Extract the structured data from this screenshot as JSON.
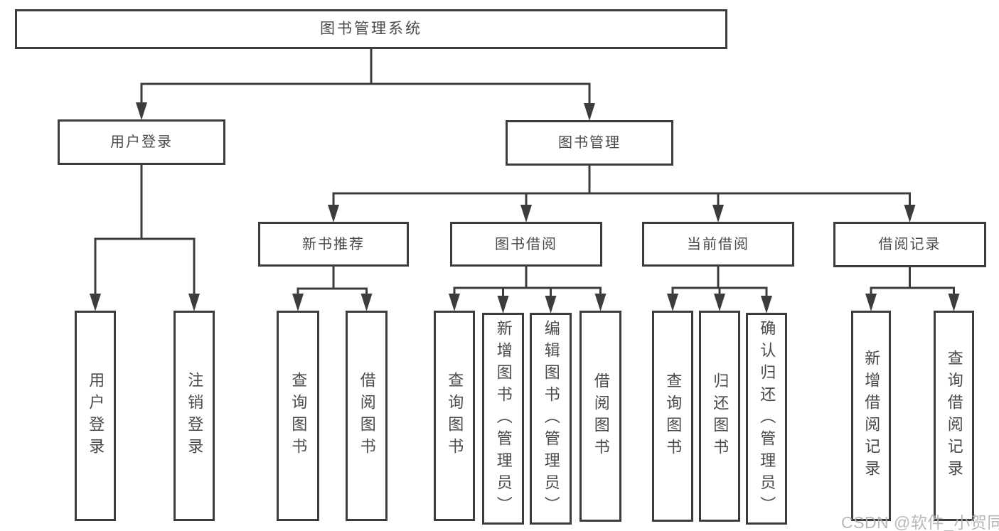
{
  "diagram": {
    "type": "hierarchy-tree",
    "title": "图书管理系统",
    "watermark": "CSDN @软件_小贺同学",
    "colors": {
      "line": "#3c3c3c",
      "text": "#4a4a4a",
      "background": "#ffffff",
      "watermark": "#b0b0b0"
    },
    "nodes": [
      {
        "id": "root",
        "label": "图书管理系统",
        "parent": null
      },
      {
        "id": "user-login",
        "label": "用户登录",
        "parent": "root"
      },
      {
        "id": "book-mgmt",
        "label": "图书管理",
        "parent": "root"
      },
      {
        "id": "new-book-rec",
        "label": "新书推荐",
        "parent": "book-mgmt"
      },
      {
        "id": "book-borrow",
        "label": "图书借阅",
        "parent": "book-mgmt"
      },
      {
        "id": "current-borrow",
        "label": "当前借阅",
        "parent": "book-mgmt"
      },
      {
        "id": "borrow-records",
        "label": "借阅记录",
        "parent": "book-mgmt"
      },
      {
        "id": "v-user-login",
        "label": "用户登录",
        "parent": "user-login"
      },
      {
        "id": "v-logout",
        "label": "注销登录",
        "parent": "user-login"
      },
      {
        "id": "v-query-book-1",
        "label": "查询图书",
        "parent": "new-book-rec"
      },
      {
        "id": "v-borrow-book-1",
        "label": "借阅图书",
        "parent": "new-book-rec"
      },
      {
        "id": "v-query-book-2",
        "label": "查询图书",
        "parent": "book-borrow"
      },
      {
        "id": "v-add-book",
        "label": "新增图书（管理员）",
        "parent": "book-borrow"
      },
      {
        "id": "v-edit-book",
        "label": "编辑图书（管理员）",
        "parent": "book-borrow"
      },
      {
        "id": "v-borrow-book-2",
        "label": "借阅图书",
        "parent": "book-borrow"
      },
      {
        "id": "v-query-book-3",
        "label": "查询图书",
        "parent": "current-borrow"
      },
      {
        "id": "v-return-book",
        "label": "归还图书",
        "parent": "current-borrow"
      },
      {
        "id": "v-confirm-return",
        "label": "确认归还（管理员）",
        "parent": "current-borrow"
      },
      {
        "id": "v-add-record",
        "label": "新增借阅记录",
        "parent": "borrow-records"
      },
      {
        "id": "v-query-record",
        "label": "查询借阅记录",
        "parent": "borrow-records"
      }
    ]
  }
}
